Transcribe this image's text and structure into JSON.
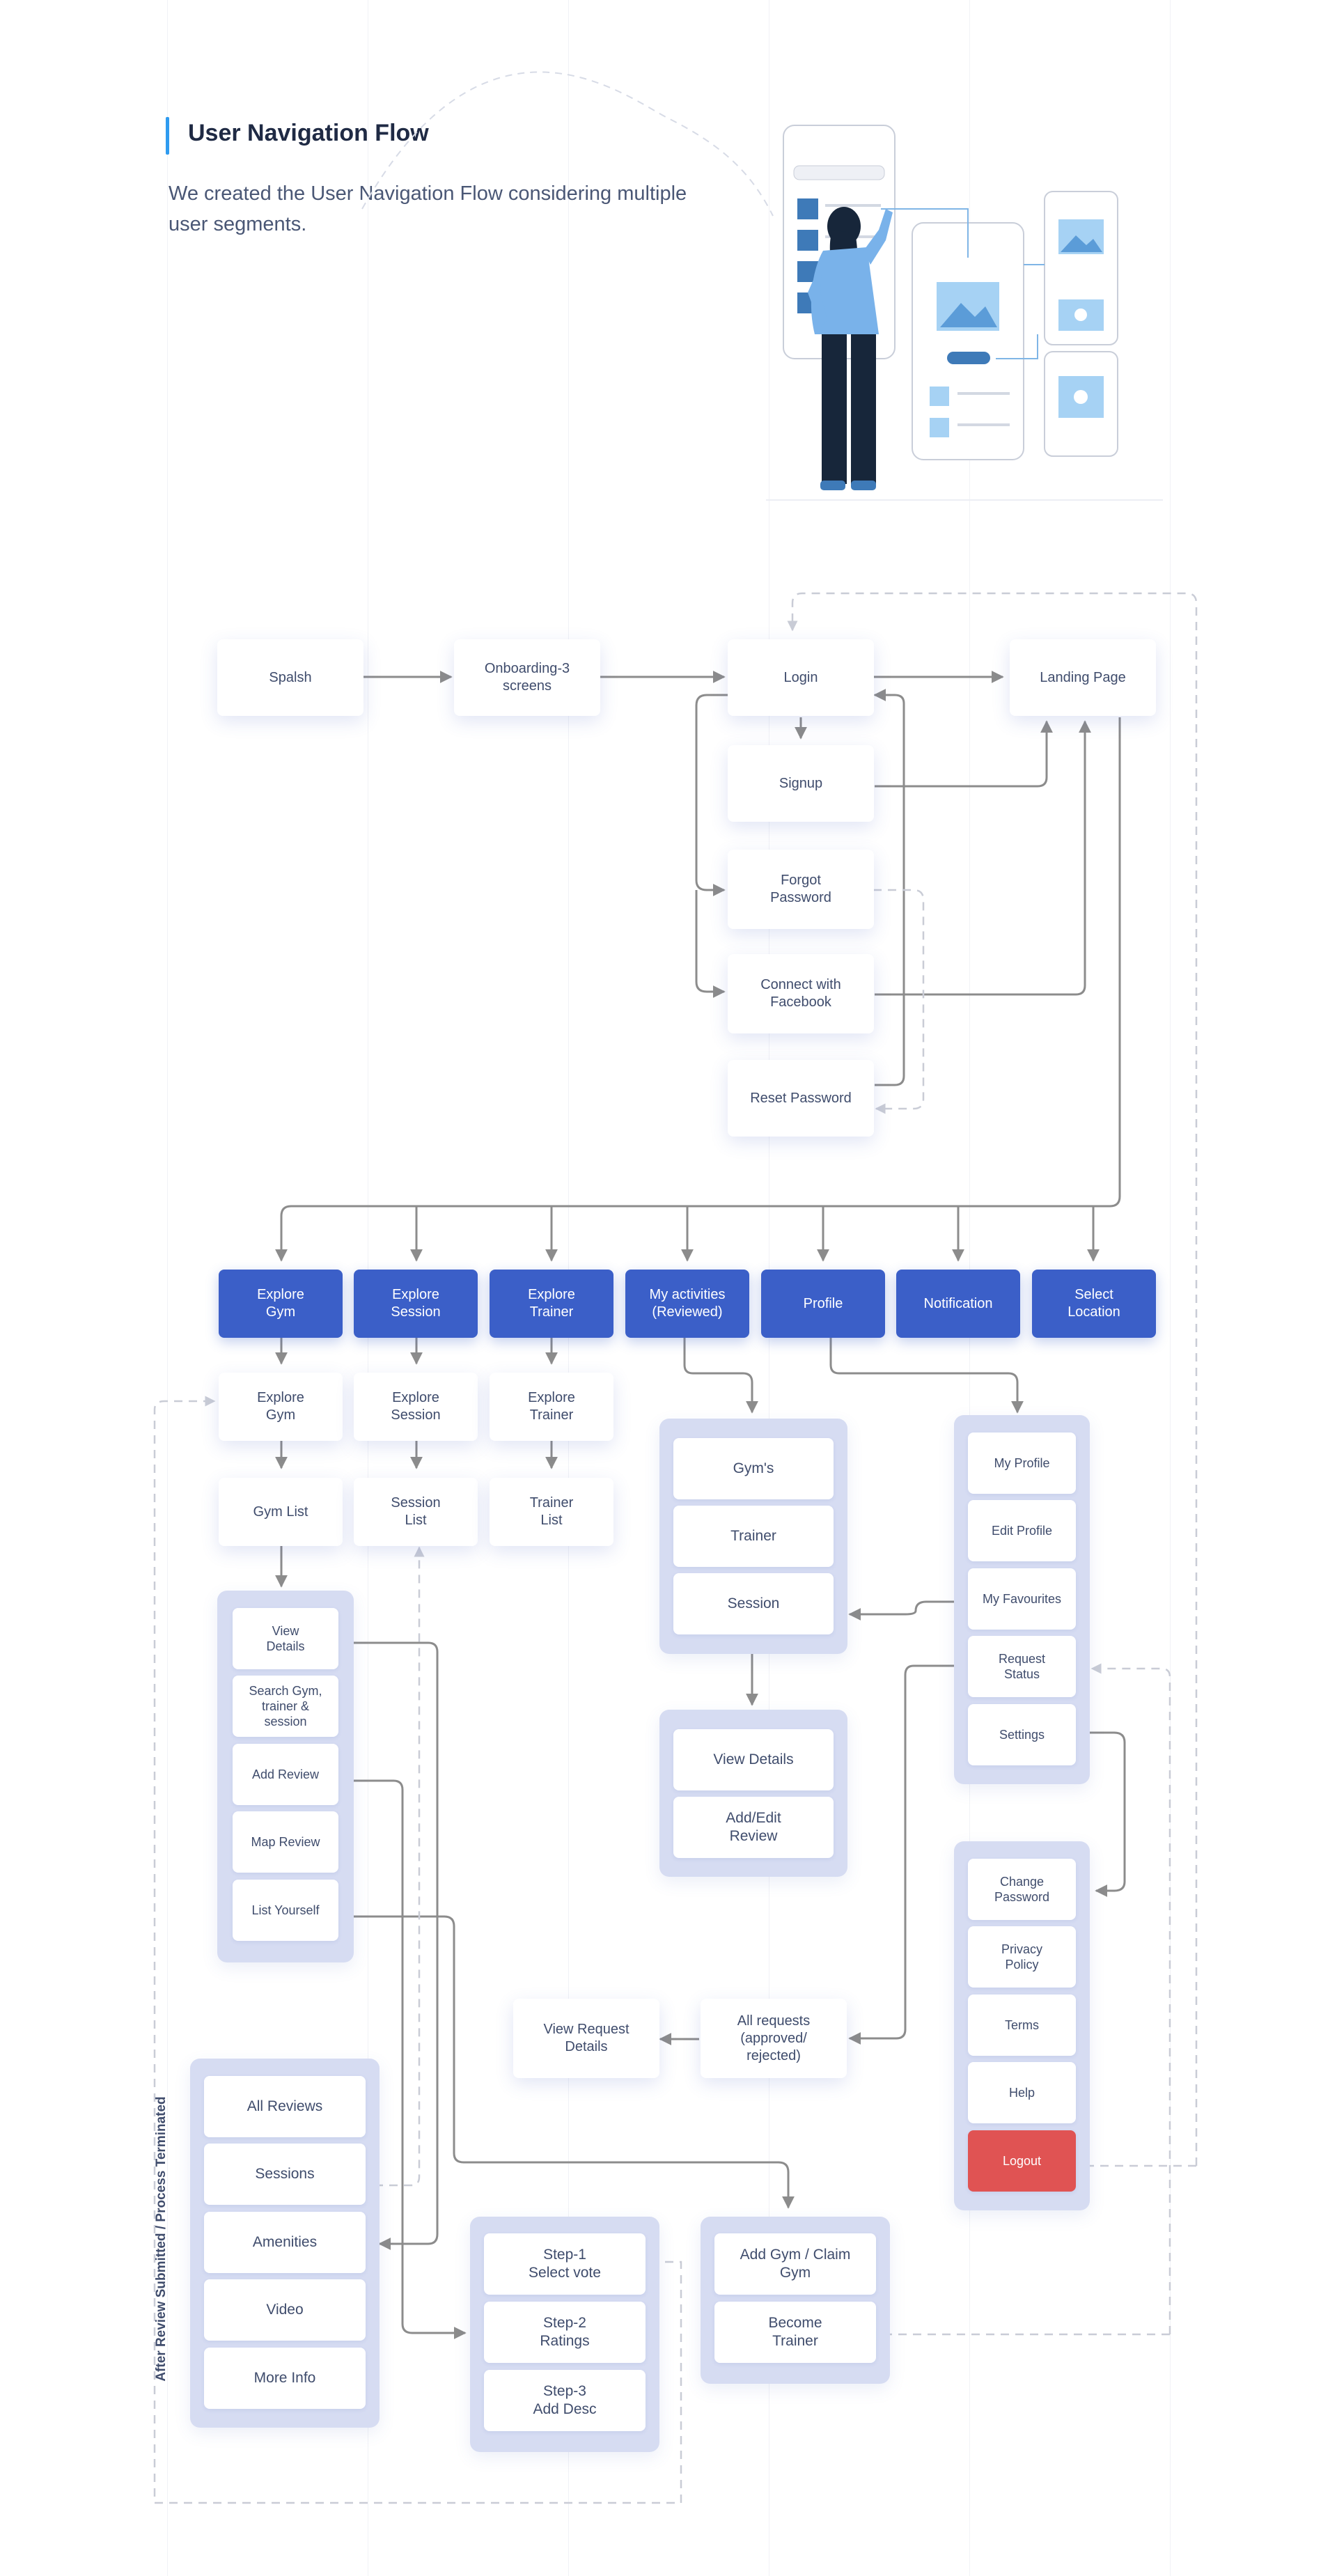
{
  "header": {
    "title": "User Navigation Flow",
    "subtitle": "We created the User Navigation Flow considering multiple user segments."
  },
  "colors": {
    "primary": "#3b5fc8",
    "group_bg": "#d6dcf2",
    "logout": "#e05353",
    "accent": "#2f9bf0",
    "connector": "#8c8c8c"
  },
  "flow": {
    "top": {
      "splash": "Spalsh",
      "onboarding": "Onboarding-3\nscreens",
      "login": "Login",
      "landing": "Landing Page",
      "signup": "Signup",
      "forgot": "Forgot\nPassword",
      "facebook": "Connect with\nFacebook",
      "reset": "Reset Password"
    },
    "tabs": {
      "explore_gym": "Explore\nGym",
      "explore_session": "Explore\nSession",
      "explore_trainer": "Explore\nTrainer",
      "activities": "My activities\n(Reviewed)",
      "profile": "Profile",
      "notification": "Notification",
      "location": "Select\nLocation"
    },
    "explore": {
      "gym": "Explore\nGym",
      "session": "Explore\nSession",
      "trainer": "Explore\nTrainer",
      "gym_list": "Gym List",
      "session_list": "Session\nList",
      "trainer_list": "Trainer\nList"
    },
    "gym_menu": [
      "View\nDetails",
      "Search Gym,\ntrainer &\nsession",
      "Add Review",
      "Map Review",
      "List Yourself"
    ],
    "activities_menu": [
      "Gym's",
      "Trainer",
      "Session"
    ],
    "activity_details": [
      "View Details",
      "Add/Edit\nReview"
    ],
    "profile_menu": [
      "My Profile",
      "Edit Profile",
      "My Favourites",
      "Request\nStatus",
      "Settings"
    ],
    "settings_menu": [
      "Change\nPassword",
      "Privacy\nPolicy",
      "Terms",
      "Help",
      "Logout"
    ],
    "requests": {
      "view_request": "View Request\nDetails",
      "all_requests": "All requests\n(approved/\nrejected)"
    },
    "gym_details_menu": [
      "All Reviews",
      "Sessions",
      "Amenities",
      "Video",
      "More Info"
    ],
    "review_steps": [
      "Step-1\nSelect vote",
      "Step-2\nRatings",
      "Step-3\nAdd Desc"
    ],
    "list_yourself_menu": [
      "Add Gym / Claim\nGym",
      "Become\nTrainer"
    ],
    "side_note": "After Review Submitted / Process Terminated"
  }
}
